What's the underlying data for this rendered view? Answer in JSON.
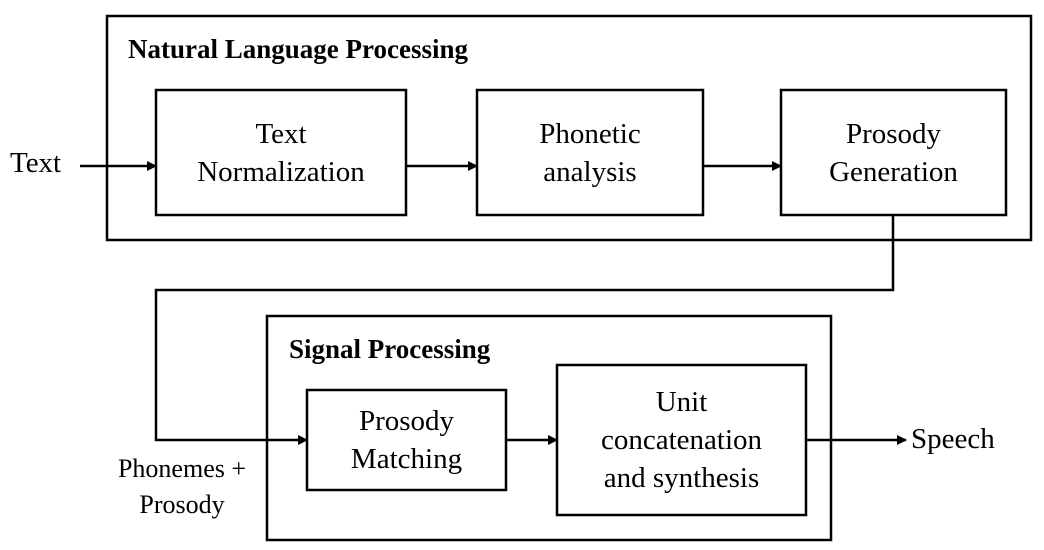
{
  "groups": {
    "nlp": {
      "title": "Natural Language Processing"
    },
    "signal": {
      "title": "Signal Processing"
    }
  },
  "boxes": {
    "text_normalization": {
      "line1": "Text",
      "line2": "Normalization"
    },
    "phonetic_analysis": {
      "line1": "Phonetic",
      "line2": "analysis"
    },
    "prosody_generation": {
      "line1": "Prosody",
      "line2": "Generation"
    },
    "prosody_matching": {
      "line1": "Prosody",
      "line2": "Matching"
    },
    "unit_concatenation": {
      "line1": "Unit",
      "line2": "concatenation",
      "line3": "and synthesis"
    }
  },
  "labels": {
    "input": "Text",
    "intermediate_line1": "Phonemes +",
    "intermediate_line2": "Prosody",
    "output": "Speech"
  },
  "colors": {
    "stroke": "#000000",
    "background": "#ffffff"
  }
}
